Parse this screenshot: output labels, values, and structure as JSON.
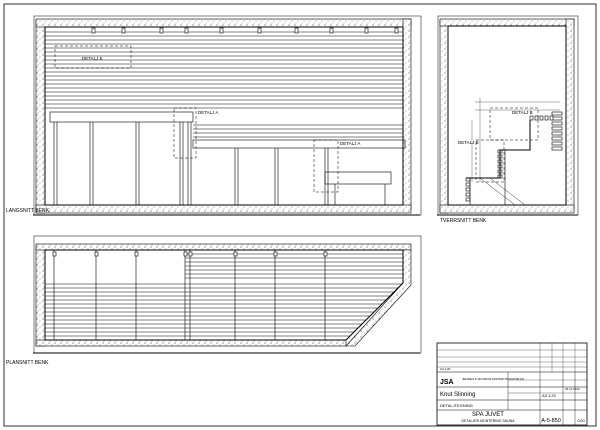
{
  "views": {
    "longitudinal": {
      "title": "LANGSNITT BENK",
      "detail_labels": [
        "DETALJ 5",
        "DETALJ A",
        "DETALJ A"
      ]
    },
    "transverse": {
      "title": "TVERRSNITT BENK",
      "detail_labels": [
        "DETALJ B",
        "DETALJ B"
      ]
    },
    "plan": {
      "title": "PLANSNITT BENK"
    }
  },
  "title_block": {
    "company_line1": "JSA",
    "company_line2": "JENSEN & SKODVIN ARKITEKTKONTOR AS",
    "architect": "Knut Slinning",
    "scale": "A3 1:20",
    "drawing_type": "DETALJTEGNING",
    "project": "SPA JUVET",
    "subtitle": "DETALJER MONTERING SAUNA",
    "drawing_number": "A-5-850",
    "revision": "C00",
    "date": "06.11.2012",
    "rev_row_text": "A3 1:20"
  }
}
